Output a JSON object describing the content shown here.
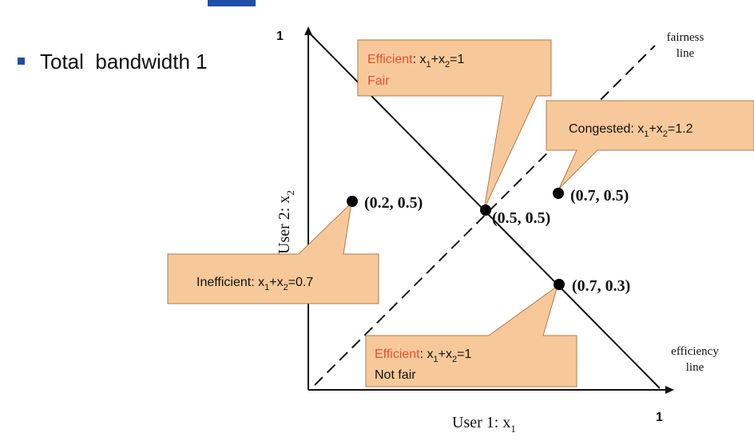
{
  "bullet": {
    "text": "Total  bandwidth 1"
  },
  "axes": {
    "x_label": "User 1: x",
    "x_label_sub": "1",
    "y_label": "User 2: x",
    "y_label_sub": "2",
    "x_max": "1",
    "y_max": "1"
  },
  "lines": {
    "fairness": [
      "fairness",
      "line"
    ],
    "efficiency": [
      "efficiency",
      "line"
    ]
  },
  "points": [
    {
      "label": "(0.2, 0.5)"
    },
    {
      "label": "(0.5, 0.5)"
    },
    {
      "label": "(0.7, 0.5)"
    },
    {
      "label": "(0.7, 0.3)"
    }
  ],
  "callouts": {
    "efficient_fair": {
      "word1": "Efficient",
      "eq": ": x",
      "sub1": "1",
      "plus": "+x",
      "sub2": "2",
      "rhs": "=1",
      "line2": "Fair"
    },
    "congested": {
      "word1": "Congested",
      "eq": ": x",
      "sub1": "1",
      "plus": "+x",
      "sub2": "2",
      "rhs": "=1.2"
    },
    "inefficient": {
      "word1": "Inefficient",
      "eq": ": x",
      "sub1": "1",
      "plus": "+x",
      "sub2": "2",
      "rhs": "=0.7"
    },
    "efficient_notfair": {
      "word1": "Efficient",
      "eq": ": x",
      "sub1": "1",
      "plus": "+x",
      "sub2": "2",
      "rhs": "=1",
      "line2": "Not fair"
    }
  },
  "colors": {
    "callout_fill": "#f7c99a",
    "callout_stroke": "#b07a4a",
    "highlight": "#e8502f",
    "accent": "#1d4fa8"
  }
}
